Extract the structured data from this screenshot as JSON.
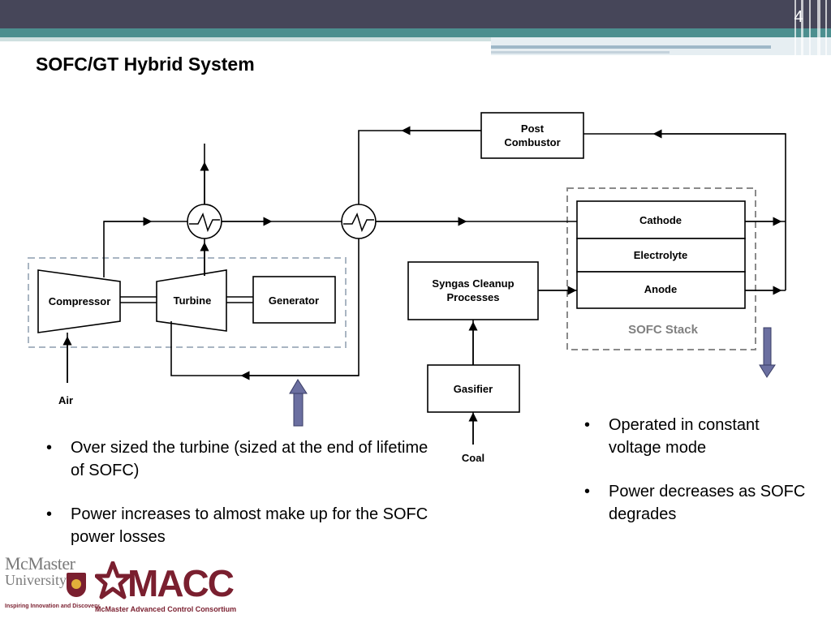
{
  "slide": {
    "page_number": "4",
    "title": "SOFC/GT Hybrid System"
  },
  "diagram": {
    "nodes": {
      "compressor": "Compressor",
      "turbine": "Turbine",
      "generator": "Generator",
      "post_combustor_line1": "Post",
      "post_combustor_line2": "Combustor",
      "cathode": "Cathode",
      "electrolyte": "Electrolyte",
      "anode": "Anode",
      "sofc_stack": "SOFC Stack",
      "syngas_line1": "Syngas Cleanup",
      "syngas_line2": "Processes",
      "gasifier": "Gasifier",
      "air": "Air",
      "coal": "Coal"
    },
    "colors": {
      "indicator_arrow": "#6b6fa0",
      "dashed_border": "#a9b5c2",
      "stack_border": "#8a8a8a",
      "sofc_stack_label": "#808080"
    }
  },
  "bullets_left": [
    "Over sized the turbine (sized at the end of lifetime of SOFC)",
    "Power increases to almost make up for the SOFC power losses"
  ],
  "bullets_right": [
    "Operated in constant voltage mode",
    "Power decreases as SOFC degrades"
  ],
  "logos": {
    "mcmaster_line1": "McMaster",
    "mcmaster_line2": "University",
    "mcmaster_tagline": "Inspiring Innovation and Discovery",
    "macc_word": "MACC",
    "macc_tagline": "McMaster Advanced Control Consortium"
  },
  "theme": {
    "topbar": "#464659",
    "teal": "#4c8f8f",
    "brand_maroon": "#7a1f2f"
  }
}
